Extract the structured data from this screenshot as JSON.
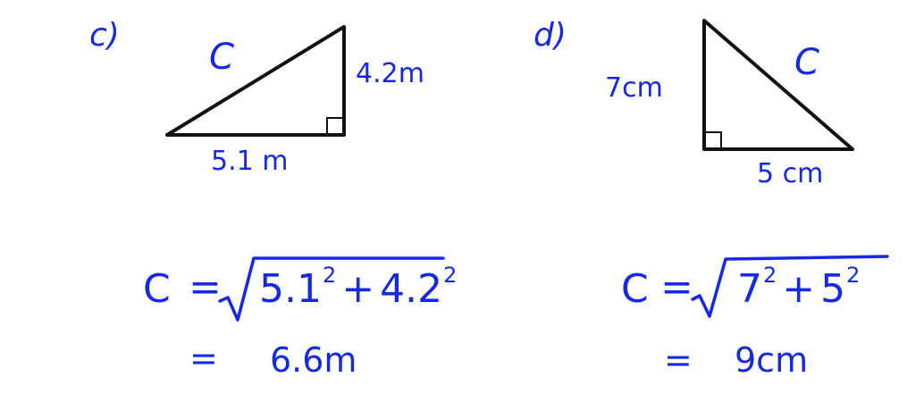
{
  "problems": [
    {
      "id": "c",
      "letter": "c)",
      "hypotenuse_label": "C",
      "vertical_side": "4.2m",
      "horizontal_side": "5.1 m",
      "equation": {
        "lhs": "C",
        "equals": "=",
        "a": "5.1",
        "a_exp": "2",
        "plus": "+",
        "b": "4.2",
        "b_exp": "2"
      },
      "result": {
        "equals": "=",
        "value": "6.6m"
      }
    },
    {
      "id": "d",
      "letter": "d)",
      "hypotenuse_label": "C",
      "vertical_side": "7cm",
      "horizontal_side": "5 cm",
      "equation": {
        "lhs": "C",
        "equals": "=",
        "a": "7",
        "a_exp": "2",
        "plus": "+",
        "b": "5",
        "b_exp": "2"
      },
      "result": {
        "equals": "=",
        "value": "9cm"
      }
    }
  ],
  "colors": {
    "ink": "#1428e6",
    "lines": "#111111",
    "background": "#ffffff"
  }
}
